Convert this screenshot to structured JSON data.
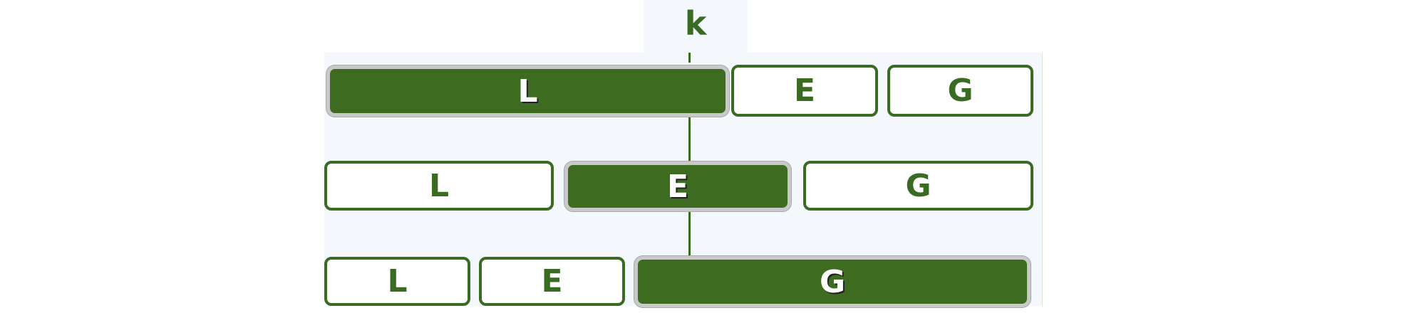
{
  "pivot_label": "k",
  "rows": [
    {
      "partitions": [
        {
          "label": "L",
          "highlighted": true
        },
        {
          "label": "E",
          "highlighted": false
        },
        {
          "label": "G",
          "highlighted": false
        }
      ]
    },
    {
      "partitions": [
        {
          "label": "L",
          "highlighted": false
        },
        {
          "label": "E",
          "highlighted": true
        },
        {
          "label": "G",
          "highlighted": false
        }
      ]
    },
    {
      "partitions": [
        {
          "label": "L",
          "highlighted": false
        },
        {
          "label": "E",
          "highlighted": false
        },
        {
          "label": "G",
          "highlighted": true
        }
      ]
    }
  ],
  "colors": {
    "accent": "#3d6b20",
    "panel_background": "#f4f7fb",
    "highlight_border": "#c9c9c9"
  }
}
